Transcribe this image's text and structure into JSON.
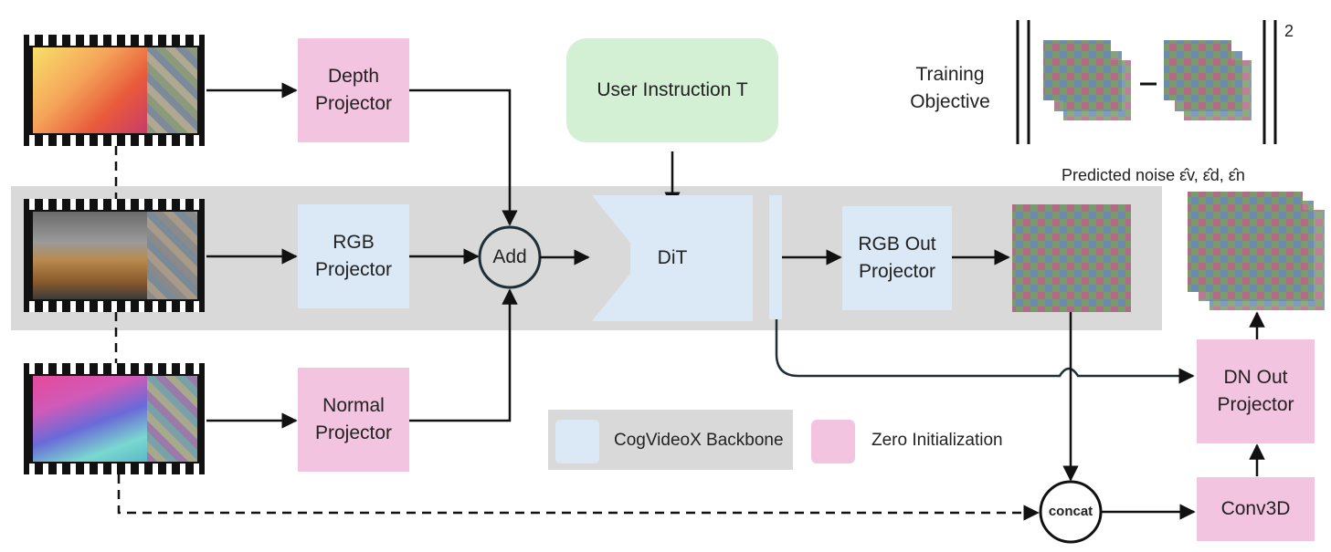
{
  "projectors": {
    "depth": "Depth\nProjector",
    "rgb": "RGB\nProjector",
    "normal": "Normal\nProjector"
  },
  "add_label": "Add",
  "user_instruction": "User Instruction T",
  "dit_label": "DiT",
  "rgb_out_projector": "RGB Out\nProjector",
  "dn_out_projector": "DN Out\nProjector",
  "conv3d_label": "Conv3D",
  "concat_label": "concat",
  "training_objective": {
    "label": "Training\nObjective",
    "exponent": "2"
  },
  "predicted_noise_label": "Predicted noise ε̂v, ε̂d, ε̂n",
  "legend": {
    "backbone": "CogVideoX Backbone",
    "zero_init": "Zero Initialization"
  },
  "colors": {
    "zero_init_pink": "#f2c4e0",
    "backbone_blue": "#dbe8f5",
    "instruction_green": "#d4f0d4",
    "backbone_panel_gray": "#d9d9d9"
  }
}
